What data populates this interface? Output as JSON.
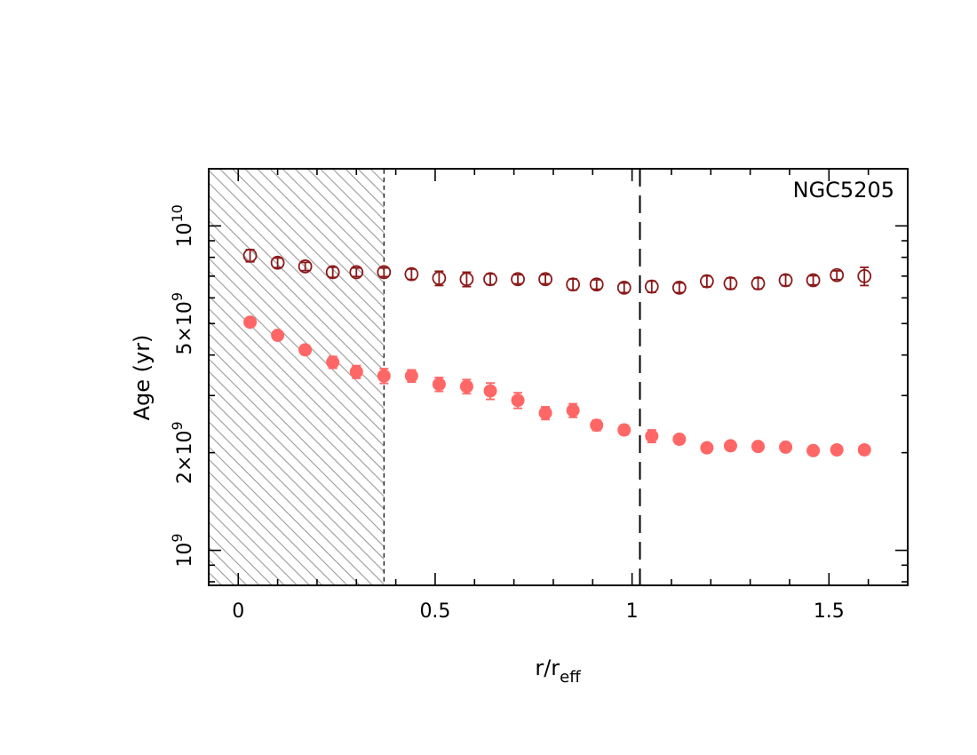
{
  "chart_data": {
    "type": "scatter",
    "annotation": "NGC5205",
    "xlabel": "r/r",
    "xlabel_sub": "eff",
    "ylabel": "Age (yr)",
    "y_scale": "log",
    "xlim": [
      -0.075,
      1.7
    ],
    "ylim": [
      780000000.0,
      15000000000.0
    ],
    "x_ticks": [
      {
        "value": 0,
        "label": "0"
      },
      {
        "value": 0.5,
        "label": "0.5"
      },
      {
        "value": 1,
        "label": "1"
      },
      {
        "value": 1.5,
        "label": "1.5"
      }
    ],
    "y_ticks": [
      {
        "value": 1000000000.0,
        "mant": "10",
        "sup": "9"
      },
      {
        "value": 2000000000.0,
        "mant": "2×10",
        "sup": "9"
      },
      {
        "value": 5000000000.0,
        "mant": "5×10",
        "sup": "9"
      },
      {
        "value": 10000000000.0,
        "mant": "10",
        "sup": "10"
      }
    ],
    "shaded_region": {
      "x0": -0.075,
      "x1": 0.37,
      "pattern": "diagonal-hatch"
    },
    "reference_line": {
      "x": 1.02,
      "style": "dashed"
    },
    "series": [
      {
        "style": "open-circle",
        "color": "#8b1a1a",
        "points": [
          {
            "x": 0.03,
            "y": 8100000000.0,
            "err": 350000000.0
          },
          {
            "x": 0.1,
            "y": 7700000000.0,
            "err": 260000000.0
          },
          {
            "x": 0.17,
            "y": 7500000000.0,
            "err": 220000000.0
          },
          {
            "x": 0.24,
            "y": 7200000000.0,
            "err": 260000000.0
          },
          {
            "x": 0.3,
            "y": 7200000000.0,
            "err": 220000000.0
          },
          {
            "x": 0.37,
            "y": 7200000000.0,
            "err": 220000000.0
          },
          {
            "x": 0.44,
            "y": 7100000000.0,
            "err": 260000000.0
          },
          {
            "x": 0.51,
            "y": 6900000000.0,
            "err": 350000000.0
          },
          {
            "x": 0.58,
            "y": 6850000000.0,
            "err": 350000000.0
          },
          {
            "x": 0.64,
            "y": 6850000000.0,
            "err": 260000000.0
          },
          {
            "x": 0.71,
            "y": 6850000000.0,
            "err": 220000000.0
          },
          {
            "x": 0.78,
            "y": 6850000000.0,
            "err": 220000000.0
          },
          {
            "x": 0.85,
            "y": 6600000000.0,
            "err": 260000000.0
          },
          {
            "x": 0.91,
            "y": 6600000000.0,
            "err": 220000000.0
          },
          {
            "x": 0.98,
            "y": 6450000000.0,
            "err": 220000000.0
          },
          {
            "x": 1.05,
            "y": 6500000000.0,
            "err": 260000000.0
          },
          {
            "x": 1.12,
            "y": 6450000000.0,
            "err": 220000000.0
          },
          {
            "x": 1.19,
            "y": 6750000000.0,
            "err": 260000000.0
          },
          {
            "x": 1.25,
            "y": 6650000000.0,
            "err": 260000000.0
          },
          {
            "x": 1.32,
            "y": 6650000000.0,
            "err": 260000000.0
          },
          {
            "x": 1.39,
            "y": 6800000000.0,
            "err": 260000000.0
          },
          {
            "x": 1.46,
            "y": 6800000000.0,
            "err": 220000000.0
          },
          {
            "x": 1.52,
            "y": 7050000000.0,
            "err": 220000000.0
          },
          {
            "x": 1.59,
            "y": 7000000000.0,
            "err": 450000000.0
          }
        ]
      },
      {
        "style": "filled-circle",
        "color": "#ff6666",
        "points": [
          {
            "x": 0.03,
            "y": 5050000000.0,
            "err": 150000000.0
          },
          {
            "x": 0.1,
            "y": 4600000000.0,
            "err": 130000000.0
          },
          {
            "x": 0.17,
            "y": 4150000000.0,
            "err": 130000000.0
          },
          {
            "x": 0.24,
            "y": 3800000000.0,
            "err": 160000000.0
          },
          {
            "x": 0.3,
            "y": 3550000000.0,
            "err": 160000000.0
          },
          {
            "x": 0.37,
            "y": 3450000000.0,
            "err": 180000000.0
          },
          {
            "x": 0.44,
            "y": 3450000000.0,
            "err": 150000000.0
          },
          {
            "x": 0.51,
            "y": 3250000000.0,
            "err": 160000000.0
          },
          {
            "x": 0.58,
            "y": 3200000000.0,
            "err": 160000000.0
          },
          {
            "x": 0.64,
            "y": 3100000000.0,
            "err": 180000000.0
          },
          {
            "x": 0.71,
            "y": 2900000000.0,
            "err": 160000000.0
          },
          {
            "x": 0.78,
            "y": 2650000000.0,
            "err": 120000000.0
          },
          {
            "x": 0.85,
            "y": 2700000000.0,
            "err": 130000000.0
          },
          {
            "x": 0.91,
            "y": 2430000000.0,
            "err": 90000000.0
          },
          {
            "x": 0.98,
            "y": 2350000000.0,
            "err": 80000000.0
          },
          {
            "x": 1.05,
            "y": 2250000000.0,
            "err": 100000000.0
          },
          {
            "x": 1.12,
            "y": 2200000000.0,
            "err": 70000000.0
          },
          {
            "x": 1.19,
            "y": 2070000000.0,
            "err": 60000000.0
          },
          {
            "x": 1.25,
            "y": 2100000000.0,
            "err": 60000000.0
          },
          {
            "x": 1.32,
            "y": 2090000000.0,
            "err": 60000000.0
          },
          {
            "x": 1.39,
            "y": 2080000000.0,
            "err": 60000000.0
          },
          {
            "x": 1.46,
            "y": 2030000000.0,
            "err": 60000000.0
          },
          {
            "x": 1.52,
            "y": 2040000000.0,
            "err": 60000000.0
          },
          {
            "x": 1.59,
            "y": 2040000000.0,
            "err": 50000000.0
          }
        ]
      }
    ]
  }
}
